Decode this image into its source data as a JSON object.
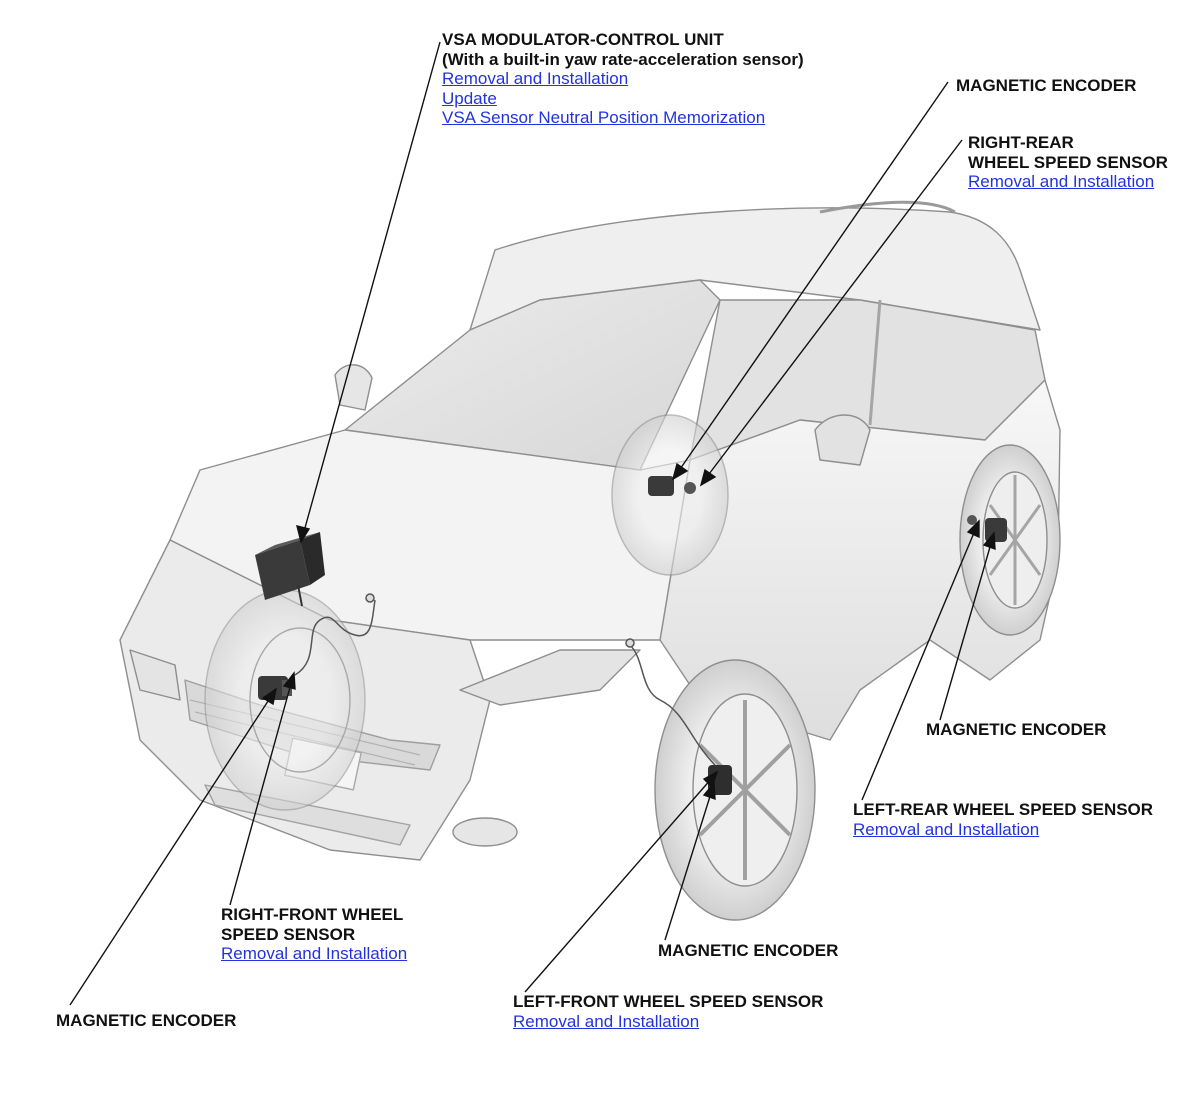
{
  "colors": {
    "background": "#ffffff",
    "label_text": "#111111",
    "link_text": "#2233dd",
    "leader_line": "#111111",
    "car_body_light": "#f2f2f2",
    "car_body_shade": "#d8d8d8",
    "car_outline": "#8e8e8e",
    "component_dark": "#3a3a3a"
  },
  "icons": {
    "vsa_unit": "vsa-modulator-control-unit-icon",
    "wheel_sensor": "wheel-speed-sensor-icon",
    "encoder": "magnetic-encoder-icon"
  },
  "callouts": {
    "vsa_unit": {
      "title": "VSA MODULATOR-CONTROL UNIT",
      "subtitle": "(With a built-in yaw rate-acceleration sensor)",
      "links": [
        "Removal and Installation",
        "Update",
        "VSA Sensor Neutral Position Memorization"
      ]
    },
    "magnetic_encoder_rr": {
      "title": "MAGNETIC ENCODER"
    },
    "right_rear_sensor": {
      "title_line1": "RIGHT-REAR",
      "title_line2": "WHEEL SPEED SENSOR",
      "link": "Removal and Installation"
    },
    "magnetic_encoder_lr": {
      "title": "MAGNETIC ENCODER"
    },
    "left_rear_sensor": {
      "title": "LEFT-REAR WHEEL SPEED SENSOR",
      "link": "Removal and Installation"
    },
    "right_front_sensor": {
      "title_line1": "RIGHT-FRONT WHEEL",
      "title_line2": "SPEED SENSOR",
      "link": "Removal and Installation"
    },
    "magnetic_encoder_lf": {
      "title": "MAGNETIC ENCODER"
    },
    "left_front_sensor": {
      "title": "LEFT-FRONT WHEEL SPEED SENSOR",
      "link": "Removal and Installation"
    },
    "magnetic_encoder_rf": {
      "title": "MAGNETIC ENCODER"
    }
  }
}
